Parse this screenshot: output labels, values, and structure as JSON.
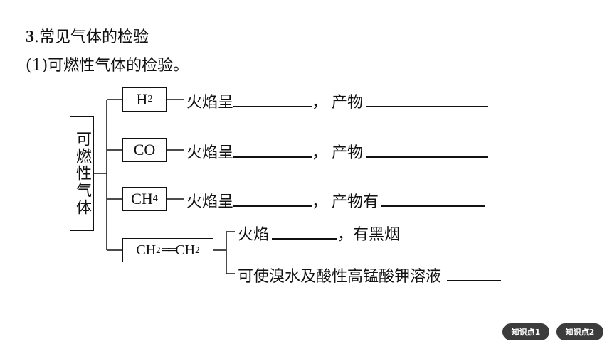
{
  "heading": {
    "number": "3",
    "title": ".常见气体的检验"
  },
  "subheading": "(1)可燃性气体的检验。",
  "category_box": "可燃性气体",
  "gases": {
    "h2": {
      "formula": "H",
      "sub": "2",
      "line_flame": "火焰呈",
      "sep": "，",
      "line_product": "产物"
    },
    "co": {
      "formula": "CO",
      "line_flame": "火焰呈",
      "sep": "，",
      "line_product": "产物"
    },
    "ch4": {
      "formula": "CH",
      "sub": "4",
      "line_flame": "火焰呈",
      "sep": "，",
      "line_product": "产物有"
    },
    "c2h4": {
      "formula_a": "CH",
      "sub_a": "2",
      "bond": "══",
      "formula_b": "CH",
      "sub_b": "2",
      "line_flame": "火焰",
      "flame_suffix": "，有黑烟",
      "line_reagent": "可使溴水及酸性高锰酸钾溶液"
    }
  },
  "nav": {
    "btn1": "知识点1",
    "btn2": "知识点2"
  }
}
